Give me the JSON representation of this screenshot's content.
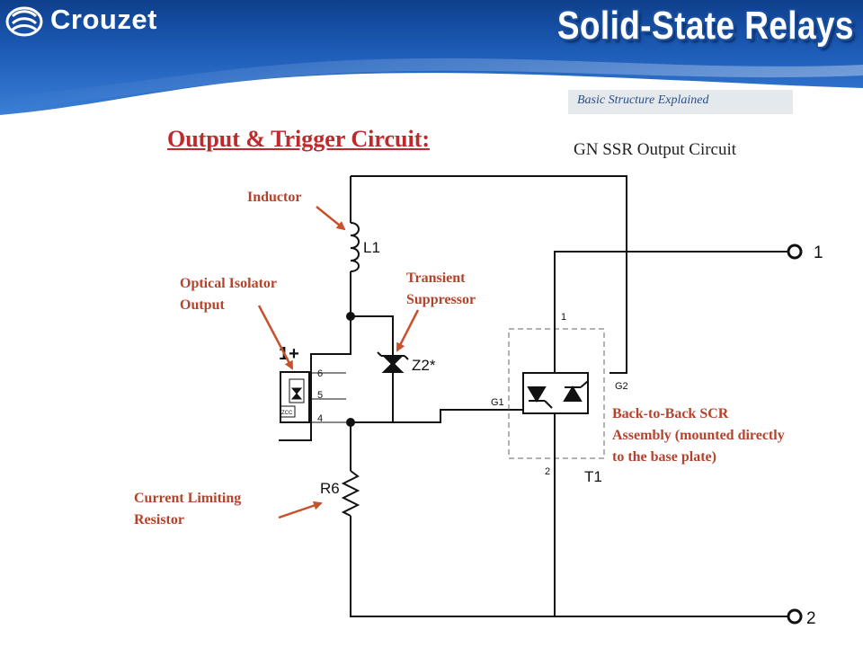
{
  "header": {
    "brand": "Crouzet",
    "title": "Solid-State Relays",
    "subtitle": "Basic Structure Explained"
  },
  "slide": {
    "section_title": "Output & Trigger Circuit:",
    "circuit_title": "GN SSR Output Circuit"
  },
  "callouts": {
    "inductor": "Inductor",
    "optical_isolator": [
      "Optical Isolator",
      "Output"
    ],
    "transient_suppressor": [
      "Transient",
      "Suppressor"
    ],
    "current_limiting": [
      "Current Limiting",
      "Resistor"
    ],
    "scr_assembly": [
      "Back-to-Back SCR",
      "Assembly (mounted directly",
      "to the base plate)"
    ]
  },
  "schematic": {
    "inductor_ref": "L1",
    "suppressor_ref": "Z2*",
    "resistor_ref": "R6",
    "scr_ref": "T1",
    "isolator_ref": "1+",
    "isolator_chip": "ZCC",
    "pins": {
      "p6": "6",
      "p5": "5",
      "p4": "4"
    },
    "scr_pins": {
      "a1": "1",
      "a2": "2",
      "g1": "G1",
      "g2": "G2"
    },
    "terminals": {
      "t1": "1",
      "t2": "2"
    }
  },
  "colors": {
    "banner_dark": "#0e3f8c",
    "banner_light": "#3b7fd6",
    "callout_text": "#b5432c",
    "arrow": "#c8502a",
    "section_title": "#c0282a"
  }
}
